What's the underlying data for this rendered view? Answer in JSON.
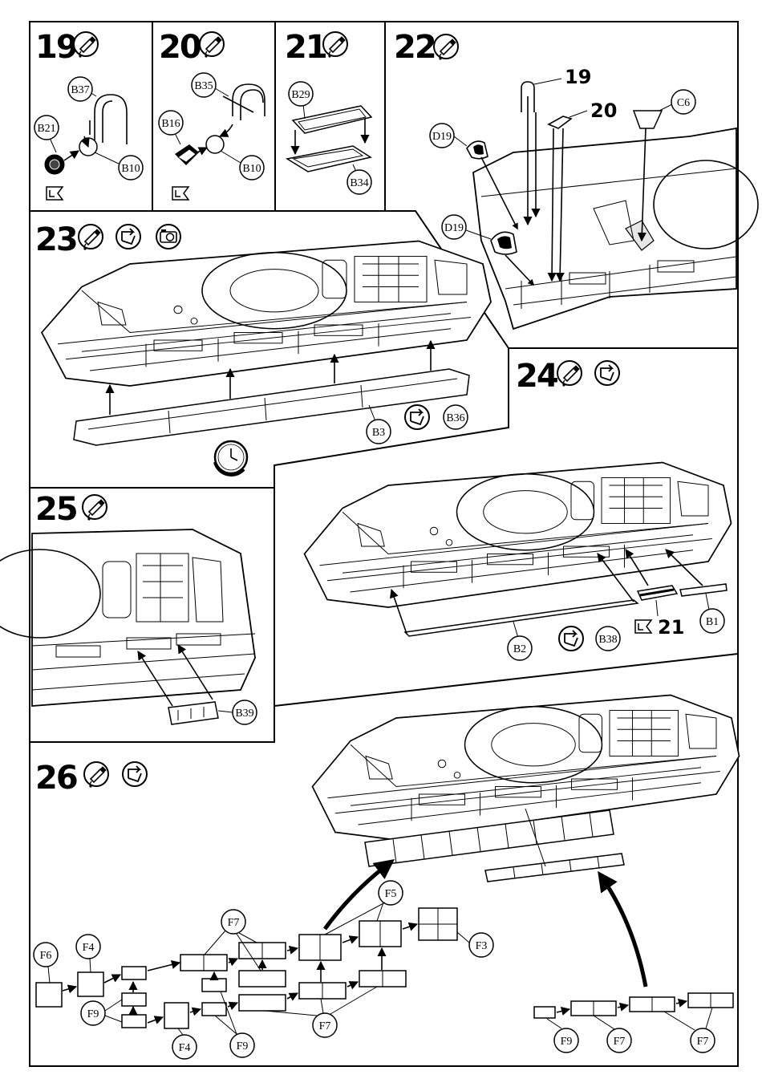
{
  "steps": [
    {
      "number": "19",
      "parts": [
        "B37",
        "B21",
        "B10"
      ]
    },
    {
      "number": "20",
      "parts": [
        "B35",
        "B16",
        "B10"
      ]
    },
    {
      "number": "21",
      "parts": [
        "B29",
        "B34"
      ]
    },
    {
      "number": "22",
      "parts": [
        "D19",
        "D19",
        "C6"
      ],
      "callouts": [
        "19",
        "20"
      ]
    },
    {
      "number": "23",
      "parts": [
        "B3",
        "B36"
      ]
    },
    {
      "number": "24",
      "parts": [
        "B2",
        "B1",
        "B38"
      ],
      "callouts": [
        "21"
      ]
    },
    {
      "number": "25",
      "parts": [
        "B39"
      ]
    },
    {
      "number": "26",
      "parts": [
        "F6",
        "F4",
        "F9",
        "F4",
        "F9",
        "F7",
        "F7",
        "F5",
        "F3",
        "F9",
        "F7",
        "F7"
      ]
    }
  ],
  "icons": {
    "glue": "glue-tube-icon",
    "flip": "flip-model-icon",
    "view": "view-camera-icon",
    "clock": "drying-clock-icon",
    "corner": "corner-marker-icon"
  }
}
